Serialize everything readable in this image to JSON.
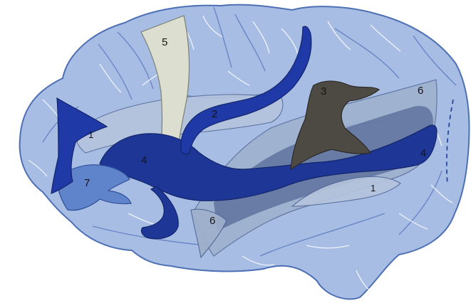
{
  "diagram": {
    "subject": "lateral-brain-view",
    "colors": {
      "cortex_fill": "#a7bde3",
      "cortex_outline": "#4d6fb4",
      "sulcus_line": "#6a86c6",
      "gyrus_highlight": "#eef3fb",
      "region_1": "#b6c4dd",
      "region_2": "#1f3aa6",
      "region_3": "#4d4a44",
      "region_4": "#1e3797",
      "region_5": "#dcdfcf",
      "region_6": "#9eb0cb",
      "region_6_dark": "#556a98",
      "region_7": "#5f84cc"
    },
    "labels": {
      "region_1_anterior": "1",
      "region_1_posterior": "1",
      "region_2": "2",
      "region_3": "3",
      "region_4_anterior": "4",
      "region_4_posterior": "4",
      "region_5": "5",
      "region_6_top": "6",
      "region_6_bottom": "6",
      "region_7": "7"
    }
  }
}
